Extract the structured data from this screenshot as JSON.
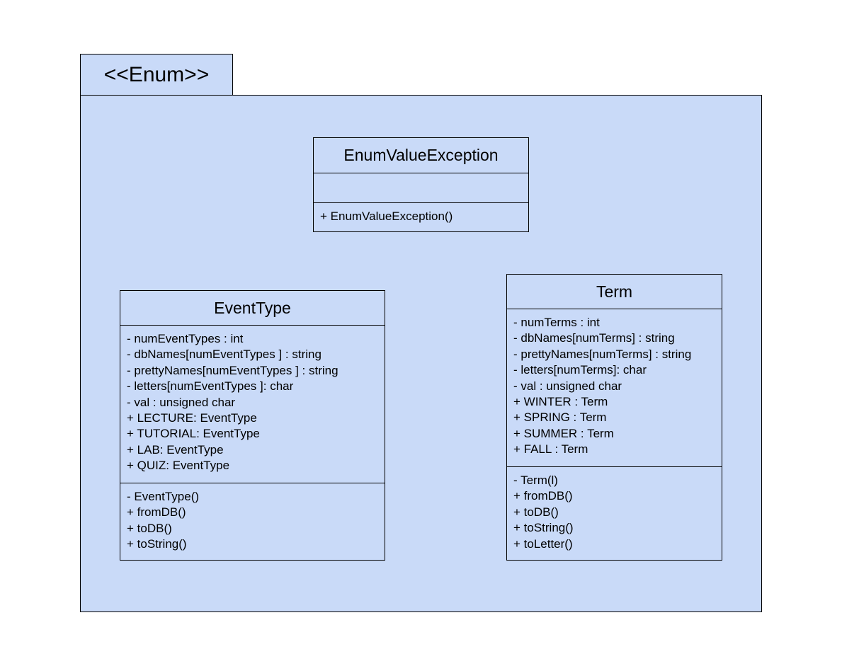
{
  "package": {
    "label": "<<Enum>>"
  },
  "classes": {
    "enum_value_exception": {
      "name": "EnumValueException",
      "attributes": [],
      "operations": [
        "+ EnumValueException()"
      ]
    },
    "event_type": {
      "name": "EventType",
      "attributes": [
        "- numEventTypes : int",
        "- dbNames[numEventTypes ] : string",
        "- prettyNames[numEventTypes ] : string",
        "- letters[numEventTypes ]: char",
        "- val : unsigned char",
        "+ LECTURE: EventType",
        "+ TUTORIAL: EventType",
        "+ LAB: EventType",
        "+ QUIZ: EventType"
      ],
      "operations": [
        "- EventType()",
        "+ fromDB()",
        "+ toDB()",
        "+ toString()"
      ]
    },
    "term": {
      "name": "Term",
      "attributes": [
        "- numTerms : int",
        "- dbNames[numTerms] : string",
        "- prettyNames[numTerms] : string",
        "- letters[numTerms]: char",
        "- val : unsigned char",
        "+ WINTER : Term",
        "+ SPRING : Term",
        "+ SUMMER : Term",
        "+ FALL : Term"
      ],
      "operations": [
        "- Term(l)",
        "+ fromDB()",
        "+ toDB()",
        "+ toString()",
        "+ toLetter()"
      ]
    }
  },
  "colors": {
    "fill": "#c9daf8",
    "stroke": "#000000"
  }
}
